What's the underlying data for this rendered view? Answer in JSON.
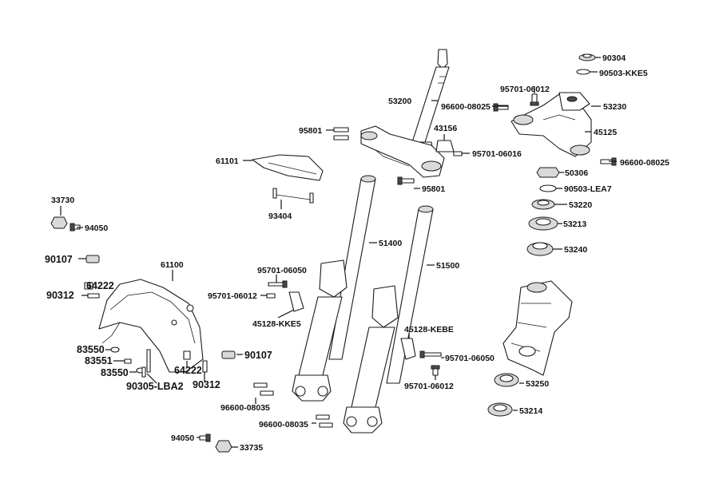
{
  "diagram": {
    "colors": {
      "line": "#1a1a1a",
      "shade": "#d9d9d9",
      "dark": "#4a4a4a",
      "background": "#ffffff"
    },
    "labels": {
      "p90304": "90304",
      "p90503_kke5": "90503-KKE5",
      "p95701_06012_top": "95701-06012",
      "p53230": "53230",
      "p96600_08025_left": "96600-08025",
      "p45125": "45125",
      "p96600_08025_right": "96600-08025",
      "p53200": "53200",
      "p43156": "43156",
      "p95801_top": "95801",
      "p95701_06016": "95701-06016",
      "p95801_bottom": "95801",
      "p61101": "61101",
      "p93404": "93404",
      "p50306": "50306",
      "p90503_lea7": "90503-LEA7",
      "p53220": "53220",
      "p53213": "53213",
      "p53240": "53240",
      "p33730": "33730",
      "p94050_top": "94050",
      "p90107_top": "90107",
      "p61100": "61100",
      "p64222_top": "64222",
      "p90312_top": "90312",
      "p51400": "51400",
      "p51500": "51500",
      "p95701_06050_left": "95701-06050",
      "p95701_06012_mid": "95701-06012",
      "p45128_kke5": "45128-KKE5",
      "p45128_kebe": "45128-KEBE",
      "p95701_06050_right": "95701-06050",
      "p95701_06012_bottom": "95701-06012",
      "p83550_top": "83550",
      "p83551": "83551",
      "p83550_bottom": "83550",
      "p90305_lba2": "90305-LBA2",
      "p90107_bottom": "90107",
      "p64222_bottom": "64222",
      "p90312_bottom": "90312",
      "p96600_08035_a": "96600-08035",
      "p96600_08035_b": "96600-08035",
      "p53250": "53250",
      "p53214": "53214",
      "p94050_bottom": "94050",
      "p33735": "33735"
    }
  }
}
